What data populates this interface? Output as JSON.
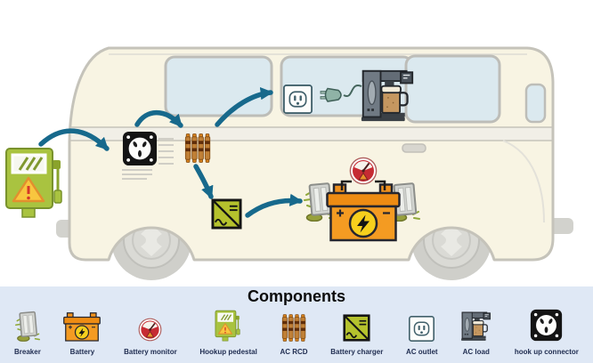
{
  "legend": {
    "title": "Components",
    "items": [
      {
        "label": "Breaker",
        "icon": "breaker-icon"
      },
      {
        "label": "Battery",
        "icon": "battery-icon"
      },
      {
        "label": "Battery monitor",
        "icon": "battery-monitor-icon"
      },
      {
        "label": "Hookup pedestal",
        "icon": "hookup-pedestal-icon"
      },
      {
        "label": "AC RCD",
        "icon": "ac-rcd-icon"
      },
      {
        "label": "Battery charger",
        "icon": "battery-charger-icon"
      },
      {
        "label": "AC outlet",
        "icon": "ac-outlet-icon"
      },
      {
        "label": "AC load",
        "icon": "ac-load-icon"
      },
      {
        "label": "hook up connector",
        "icon": "hookup-connector-icon"
      }
    ]
  },
  "diagram": {
    "flows": [
      {
        "from": "hookup-pedestal",
        "to": "hook-up-connector"
      },
      {
        "from": "hook-up-connector",
        "to": "ac-rcd"
      },
      {
        "from": "ac-rcd",
        "to": "ac-outlet"
      },
      {
        "from": "ac-rcd",
        "to": "battery-charger"
      },
      {
        "from": "battery-charger",
        "to": "battery"
      }
    ],
    "colors": {
      "arrow": "#17698c",
      "van_body": "#f8f4e3",
      "van_outline": "#c5c3ba",
      "window": "#dbe9ef",
      "pedestal_green": "#a9c340",
      "charger_green": "#b5c22d",
      "battery_orange": "#f0921e",
      "monitor_red": "#c62b33",
      "legend_background": "#dfe8f5",
      "legend_label": "#1f2c50"
    }
  }
}
